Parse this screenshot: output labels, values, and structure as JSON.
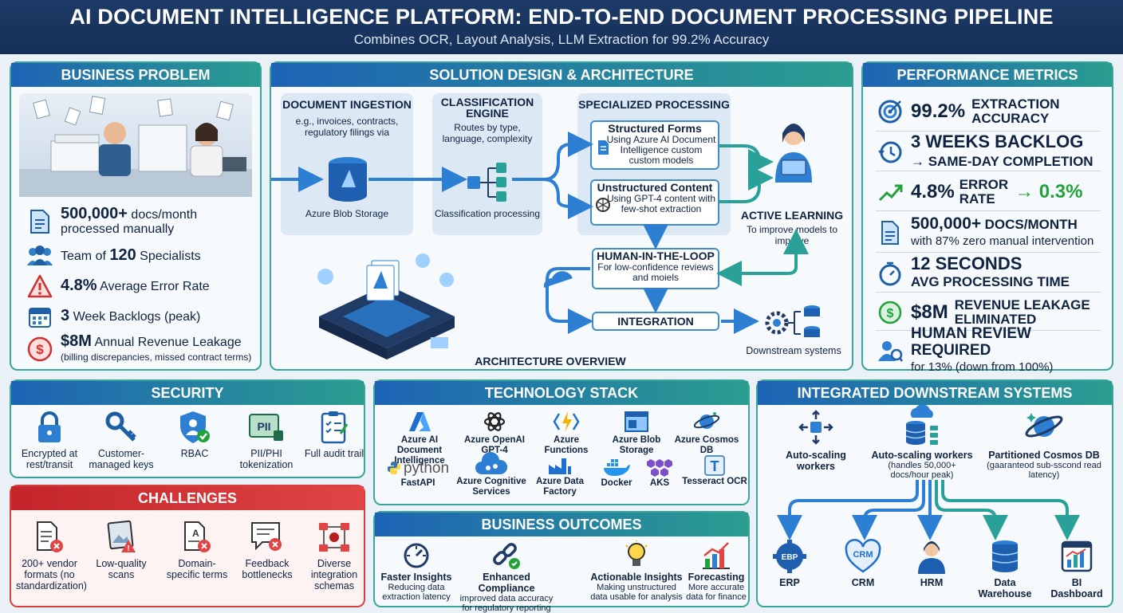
{
  "header": {
    "title": "AI DOCUMENT INTELLIGENCE PLATFORM: END-TO-END DOCUMENT PROCESSING PIPELINE",
    "subtitle": "Combines OCR, Layout Analysis, LLM Extraction for 99.2% Accuracy"
  },
  "business_problem": {
    "title": "BUSINESS PROBLEM",
    "items": [
      {
        "icon": "document-icon",
        "value": "500,000+",
        "text": " docs/month",
        "line2": "processed manually"
      },
      {
        "icon": "team-icon",
        "prefix": "Team of ",
        "value": "120",
        "text": " Specialists"
      },
      {
        "icon": "warning-icon",
        "value": "4.8%",
        "text": " Average Error Rate"
      },
      {
        "icon": "calendar-icon",
        "value": "3",
        "text": " Week Backlogs (peak)"
      },
      {
        "icon": "money-icon",
        "value": "$8M",
        "text": " Annual Revenue Leakage",
        "line2": "(billing discrepancies, missed contract terms)"
      }
    ]
  },
  "architecture": {
    "title": "SOLUTION DESIGN & ARCHITECTURE",
    "ingestion": {
      "title": "DOCUMENT INGESTION",
      "desc": "e.g., invoices, contracts, regulatory filings via",
      "node": "Azure Blob Storage"
    },
    "classification": {
      "title": "CLASSIFICATION ENGINE",
      "desc": "Routes by type, language, complexity",
      "node": "Classification processing"
    },
    "specialized": {
      "title": "SPECIALIZED PROCESSING",
      "structured": {
        "title": "Structured Forms",
        "desc": "Using Azure AI Document Intelligence custom custom models"
      },
      "unstructured": {
        "title": "Unstructured Content",
        "desc": "Using GPT-4 content with few-shot extraction"
      }
    },
    "active_learning": {
      "title": "ACTIVE LEARNING",
      "desc": "To improve models to improve"
    },
    "hitl": {
      "title": "HUMAN-IN-THE-LOOP",
      "desc": "For low-confidence reviews and moiels"
    },
    "integration": "INTEGRATION",
    "downstream": "Downstream systems",
    "overview": "ARCHITECTURE OVERVIEW"
  },
  "metrics": {
    "title": "PERFORMANCE METRICS",
    "rows": [
      {
        "icon": "target-icon",
        "big": "99.2%",
        "mid": "EXTRACTION",
        "mid2": "ACCURACY"
      },
      {
        "icon": "clock-history-icon",
        "big": "3 WEEKS BACKLOG",
        "mid": "→ SAME-DAY COMPLETION"
      },
      {
        "icon": "trend-icon",
        "big": "4.8%",
        "mid": "ERROR",
        "mid2": "RATE",
        "arrow": "→ 0.3%"
      },
      {
        "icon": "document-icon",
        "big": "500,000+",
        "mid": "DOCS/MONTH",
        "sub": "with 87% zero manual intervention"
      },
      {
        "icon": "stopwatch-icon",
        "big": "12 SECONDS",
        "mid": "AVG PROCESSING TIME"
      },
      {
        "icon": "dollar-icon",
        "big": "$8M",
        "mid": "REVENUE LEAKAGE",
        "mid2": "ELIMINATED"
      },
      {
        "icon": "reviewer-icon",
        "mid": "HUMAN REVIEW REQUIRED",
        "sub": "for 13% (down from 100%)"
      }
    ]
  },
  "security": {
    "title": "SECURITY",
    "items": [
      {
        "icon": "lock-icon",
        "label": "Encrypted at rest/transit"
      },
      {
        "icon": "key-icon",
        "label": "Customer-managed keys"
      },
      {
        "icon": "shield-user-icon",
        "label": "RBAC"
      },
      {
        "icon": "pii-icon",
        "label": "PII/PHI tokenization",
        "badge": "PII"
      },
      {
        "icon": "clipboard-icon",
        "label": "Full audit trail"
      }
    ]
  },
  "challenges": {
    "title": "CHALLENGES",
    "items": [
      {
        "icon": "doc-x-icon",
        "label": "200+ vendor formats (no standardization)"
      },
      {
        "icon": "image-warning-icon",
        "label": "Low-quality scans"
      },
      {
        "icon": "doc-a-x-icon",
        "label": "Domain-specific terms"
      },
      {
        "icon": "chat-x-icon",
        "label": "Feedback bottlenecks"
      },
      {
        "icon": "network-icon",
        "label": "Diverse integration schemas"
      }
    ]
  },
  "tech_stack": {
    "title": "TECHNOLOGY STACK",
    "row1": [
      {
        "icon": "azure-icon",
        "label": "Azure AI Document Intelligence"
      },
      {
        "icon": "openai-icon",
        "label": "Azure OpenAI GPT-4"
      },
      {
        "icon": "functions-icon",
        "label": "Azure Functions"
      },
      {
        "icon": "blob-icon",
        "label": "Azure Blob Storage"
      },
      {
        "icon": "cosmos-icon",
        "label": "Azure Cosmos DB"
      }
    ],
    "row2": [
      {
        "icon": "python-icon",
        "label": "FastAPI",
        "logo": "python"
      },
      {
        "icon": "cognitive-icon",
        "label": "Azure Cognitive Services"
      },
      {
        "icon": "datafactory-icon",
        "label": "Azure Data Factory"
      },
      {
        "icon": "docker-icon",
        "label": "Docker"
      },
      {
        "icon": "aks-icon",
        "label": "AKS"
      },
      {
        "icon": "tesseract-icon",
        "label": "Tesseract OCR",
        "logo": "T"
      }
    ]
  },
  "outcomes": {
    "title": "BUSINESS OUTCOMES",
    "items": [
      {
        "icon": "speed-icon",
        "title": "Faster Insights",
        "desc": "Reducing data extraction latency"
      },
      {
        "icon": "link-check-icon",
        "title": "Enhanced Compliance",
        "desc": "improved data accuracy for regulatory reporting"
      },
      {
        "icon": "bulb-icon",
        "title": "Actionable Insights",
        "desc": "Making unstructured data usable for analysis"
      },
      {
        "icon": "chart-icon",
        "title": "Forecasting",
        "desc": "More accurate data for finance"
      }
    ]
  },
  "downstream": {
    "title": "INTEGRATED DOWNSTREAM SYSTEMS",
    "top": [
      {
        "icon": "scale-icon",
        "title": "Auto-scaling workers"
      },
      {
        "icon": "db-cloud-icon",
        "title": "Auto-scaling workers",
        "desc": "(handles 50,000+ docs/hour peak)"
      },
      {
        "icon": "planet-icon",
        "title": "Partitioned Cosmos DB",
        "desc": "(gaaranteod sub-sscond read latency)"
      }
    ],
    "targets": [
      {
        "icon": "erp-icon",
        "label": "ERP",
        "badge": "EBP"
      },
      {
        "icon": "crm-icon",
        "label": "CRM",
        "badge": "CRM"
      },
      {
        "icon": "hrm-icon",
        "label": "HRM"
      },
      {
        "icon": "warehouse-icon",
        "label": "Data Warehouse"
      },
      {
        "icon": "dashboard-icon",
        "label": "BI Dashboard"
      }
    ]
  }
}
